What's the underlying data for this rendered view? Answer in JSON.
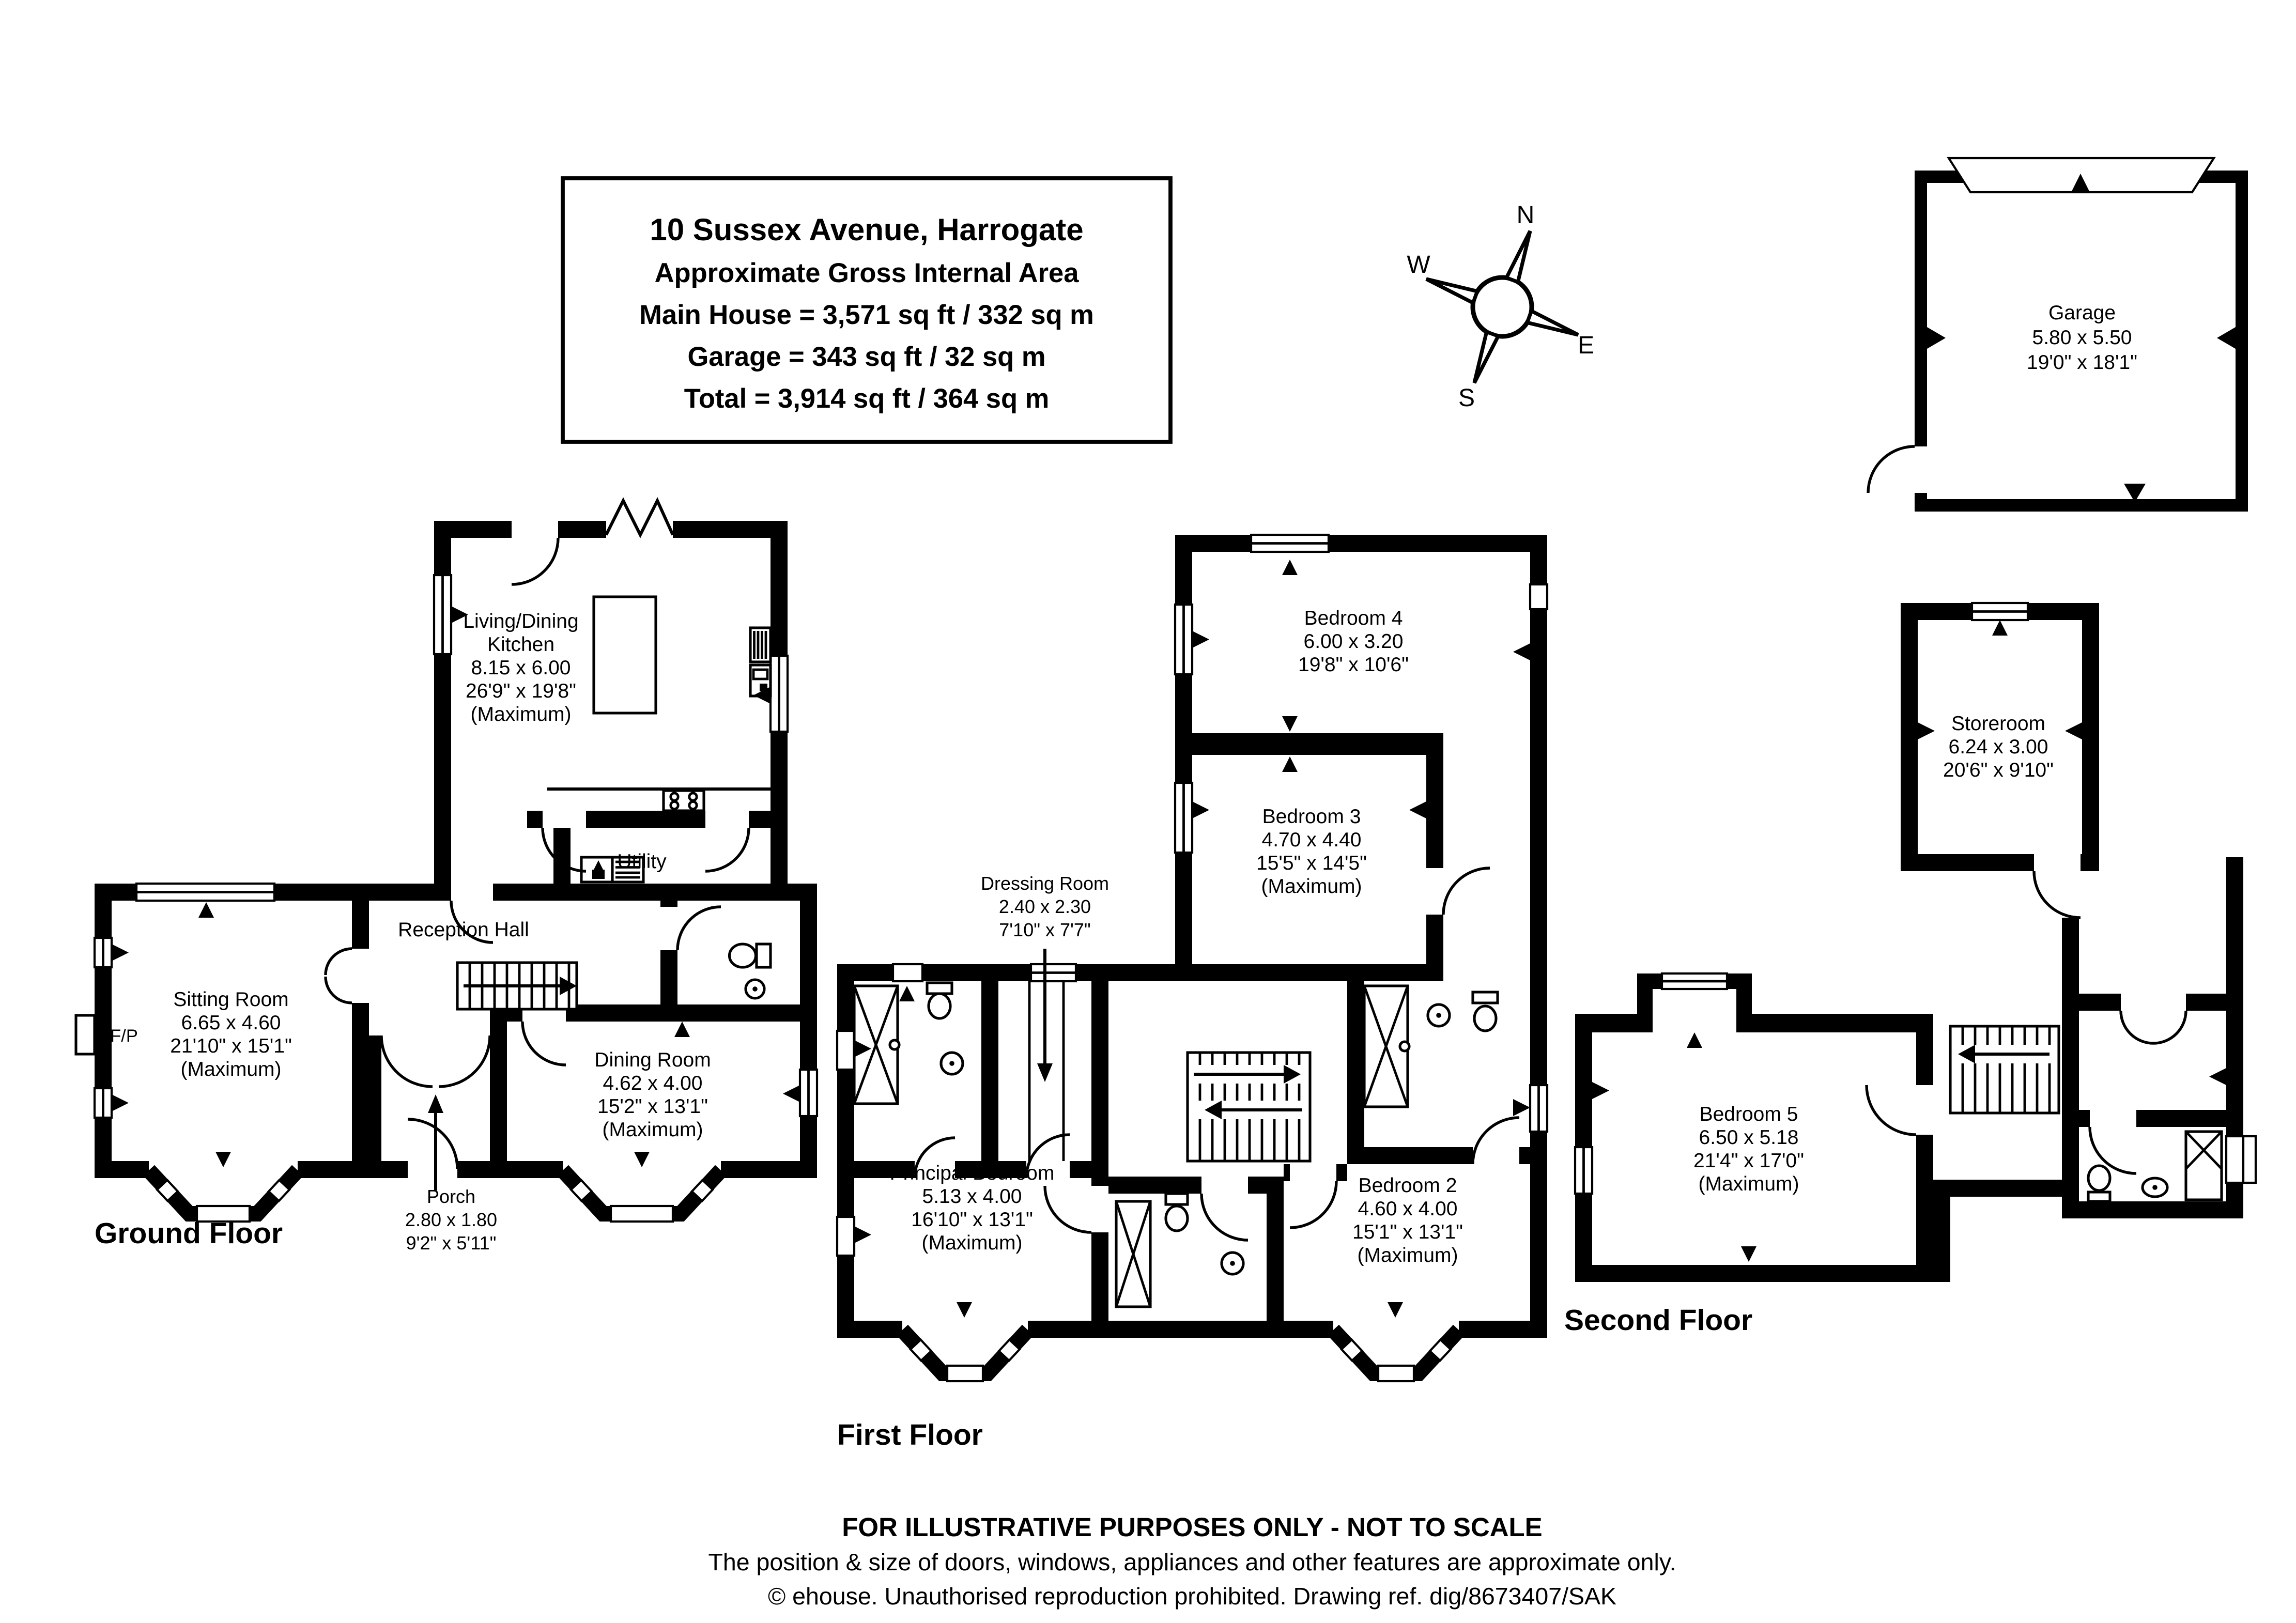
{
  "document": {
    "background": "#ffffff",
    "ink": "#000000"
  },
  "title_box": {
    "lines": [
      "10 Sussex Avenue, Harrogate",
      "Approximate Gross Internal Area",
      "Main House = 3,571 sq ft / 332 sq m",
      "Garage = 343 sq ft / 32 sq m",
      "Total = 3,914 sq ft / 364 sq m"
    ]
  },
  "compass": {
    "n": "N",
    "e": "E",
    "s": "S",
    "w": "W"
  },
  "garage": {
    "name": "Garage",
    "dims_m": "5.80 x 5.50",
    "dims_ft": "19'0\" x 18'1\""
  },
  "floors": [
    {
      "label": "Ground Floor",
      "rooms": {
        "kitchen": {
          "name1": "Living/Dining",
          "name2": "Kitchen",
          "dims_m": "8.15 x 6.00",
          "dims_ft": "26'9\" x 19'8\"",
          "max": "(Maximum)"
        },
        "utility": {
          "name": "Utility"
        },
        "reception": {
          "name": "Reception Hall"
        },
        "sitting": {
          "name": "Sitting Room",
          "dims_m": "6.65 x 4.60",
          "dims_ft": "21'10\" x 15'1\"",
          "max": "(Maximum)"
        },
        "fireplace": {
          "label": "F/P"
        },
        "dining": {
          "name": "Dining Room",
          "dims_m": "4.62 x 4.00",
          "dims_ft": "15'2\" x 13'1\"",
          "max": "(Maximum)"
        },
        "porch": {
          "name": "Porch",
          "dims_m": "2.80 x 1.80",
          "dims_ft": "9'2\" x 5'11\""
        }
      }
    },
    {
      "label": "First Floor",
      "rooms": {
        "bedroom4": {
          "name": "Bedroom 4",
          "dims_m": "6.00 x 3.20",
          "dims_ft": "19'8\" x 10'6\""
        },
        "bedroom3": {
          "name": "Bedroom 3",
          "dims_m": "4.70 x 4.40",
          "dims_ft": "15'5\" x 14'5\"",
          "max": "(Maximum)"
        },
        "dressing": {
          "name": "Dressing Room",
          "dims_m": "2.40 x 2.30",
          "dims_ft": "7'10\" x 7'7\""
        },
        "principal": {
          "name": "Principal Bedroom",
          "dims_m": "5.13 x 4.00",
          "dims_ft": "16'10\" x 13'1\"",
          "max": "(Maximum)"
        },
        "bedroom2": {
          "name": "Bedro​om 2",
          "dims_m": "4.60 x 4.00",
          "dims_ft": "15'1\" x 13'1\"",
          "max": "(Maximum)"
        }
      }
    },
    {
      "label": "Second Floor",
      "rooms": {
        "storeroom": {
          "name": "Storeroom",
          "dims_m": "6.24 x 3.00",
          "dims_ft": "20'6\" x 9'10\""
        },
        "bedroom5": {
          "name": "Bedroom 5",
          "dims_m": "6.50 x 5.18",
          "dims_ft": "21'4\" x 17'0\"",
          "max": "(Maximum)"
        }
      }
    }
  ],
  "footer": {
    "line1": "FOR ILLUSTRATIVE PURPOSES ONLY - NOT TO SCALE",
    "line2": "The position & size of doors, windows, appliances and other features are approximate only.",
    "line3": "© ehouse. Unauthorised reproduction prohibited. Drawing ref. dig/8673407/SAK"
  }
}
